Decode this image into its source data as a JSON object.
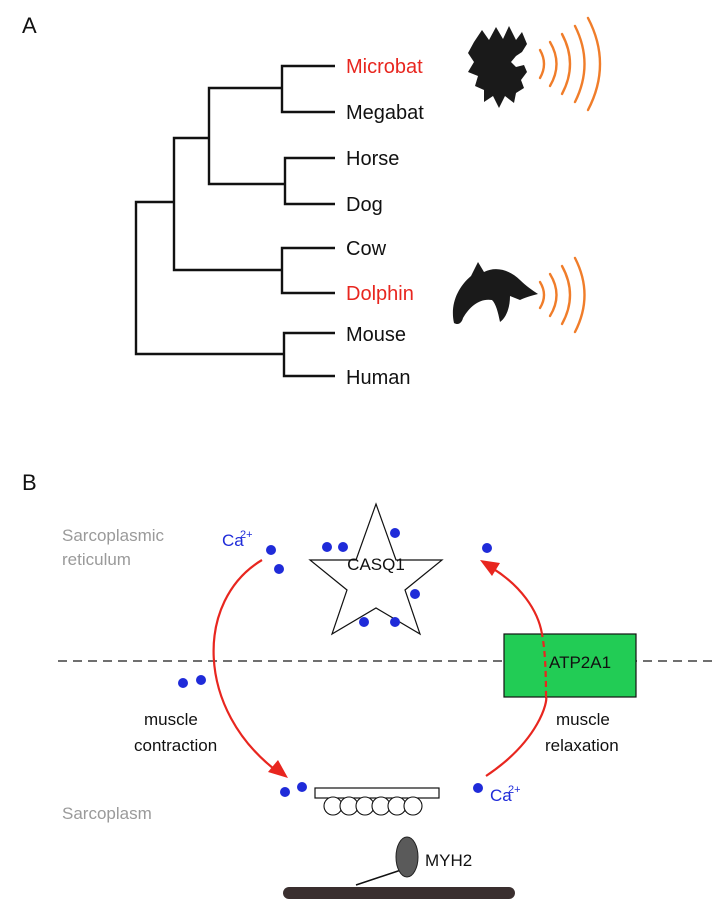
{
  "panel_a": {
    "label": "A",
    "taxa": [
      "Microbat",
      "Megabat",
      "Horse",
      "Dog",
      "Cow",
      "Dolphin",
      "Mouse",
      "Human"
    ],
    "echolocating_taxa": [
      "Microbat",
      "Dolphin"
    ],
    "highlight_color": "#e8261f",
    "icons": [
      "bat-silhouette-icon",
      "dolphin-silhouette-icon",
      "sound-waves-icon"
    ]
  },
  "panel_b": {
    "label": "B",
    "compartments": {
      "upper": "Sarcoplasmic reticulum",
      "lower": "Sarcoplasm"
    },
    "ion": {
      "base": "Ca",
      "charge": "2+"
    },
    "proteins": {
      "calsequestrin": "CASQ1",
      "pump": "ATP2A1",
      "myosin": "MYH2"
    },
    "processes": {
      "release": "muscle contraction",
      "uptake": "muscle relaxation"
    },
    "colors": {
      "calcium": "#1f2bd9",
      "arrows": "#e8261f",
      "pump_fill": "#22cc55",
      "region_text": "#9a9a9a"
    }
  }
}
